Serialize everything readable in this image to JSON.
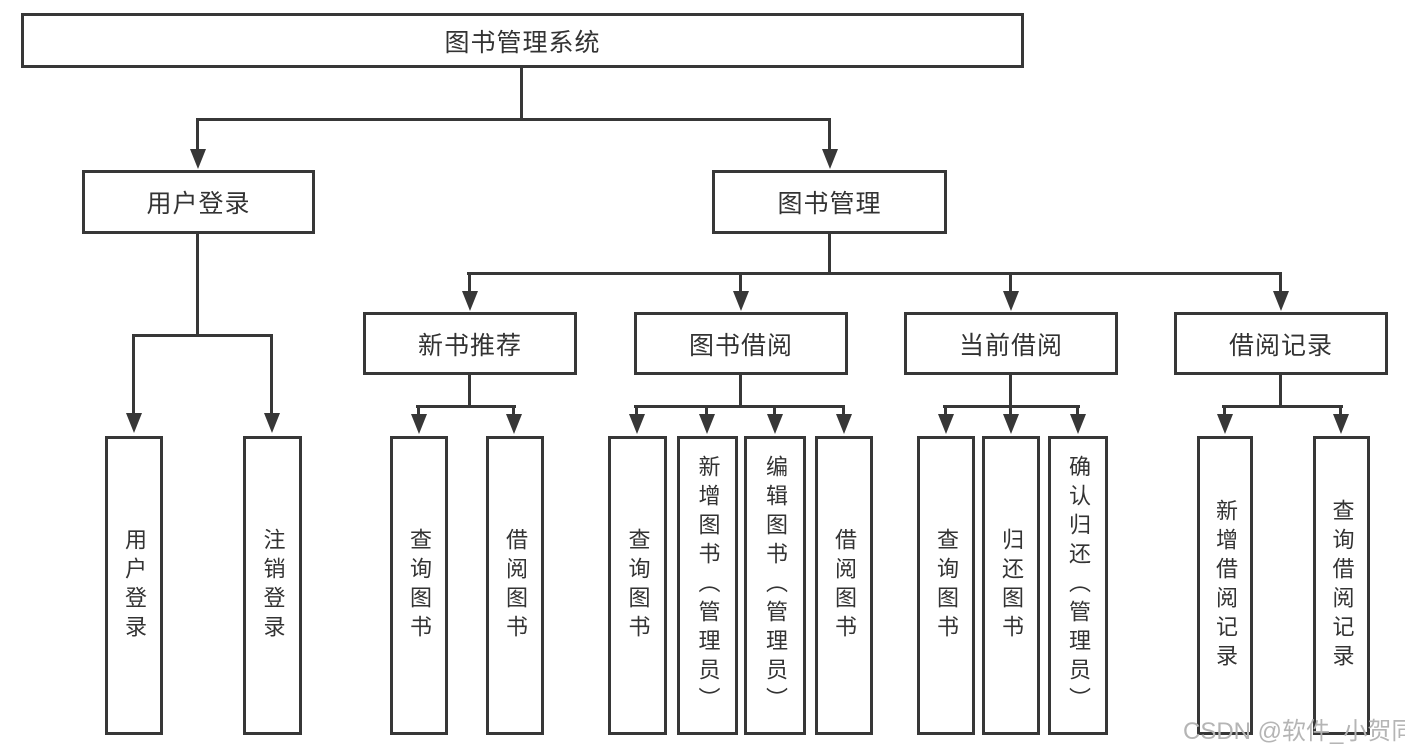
{
  "diagram": {
    "title_node": {
      "label": "图书管理系统"
    },
    "level2": {
      "user_login": {
        "label": "用户登录"
      },
      "book_mgmt": {
        "label": "图书管理"
      }
    },
    "level3": {
      "new_book": {
        "label": "新书推荐"
      },
      "book_borrow": {
        "label": "图书借阅"
      },
      "current_borrow": {
        "label": "当前借阅"
      },
      "borrow_records": {
        "label": "借阅记录"
      }
    },
    "leaves": {
      "login": [
        {
          "label": "用户登录"
        },
        {
          "label": "注销登录"
        }
      ],
      "new_book": [
        {
          "label": "查询图书"
        },
        {
          "label": "借阅图书"
        }
      ],
      "book_borrow": [
        {
          "label": "查询图书"
        },
        {
          "label": "新增图书（管理员）"
        },
        {
          "label": "编辑图书（管理员）"
        },
        {
          "label": "借阅图书"
        }
      ],
      "current_borrow": [
        {
          "label": "查询图书"
        },
        {
          "label": "归还图书"
        },
        {
          "label": "确认归还（管理员）"
        }
      ],
      "borrow_records": [
        {
          "label": "新增借阅记录"
        },
        {
          "label": "查询借阅记录"
        }
      ]
    },
    "watermark": "CSDN @软件_小贺同学",
    "colors": {
      "line": "#373737",
      "text": "#333333",
      "watermark": "#b5b5b5",
      "background": "#ffffff"
    }
  }
}
